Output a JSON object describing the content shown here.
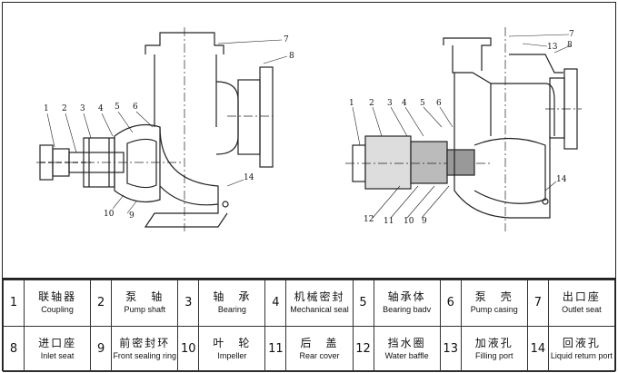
{
  "callouts": {
    "left": [
      "1",
      "2",
      "3",
      "4",
      "5",
      "6",
      "7",
      "8",
      "9",
      "10",
      "14"
    ],
    "right": [
      "1",
      "2",
      "3",
      "4",
      "5",
      "6",
      "7",
      "8",
      "9",
      "10",
      "11",
      "12",
      "13",
      "14"
    ]
  },
  "parts": [
    {
      "num": "1",
      "zh": "联轴器",
      "en": "Coupling"
    },
    {
      "num": "2",
      "zh": "泵　轴",
      "en": "Pump shaft"
    },
    {
      "num": "3",
      "zh": "轴　承",
      "en": "Bearing"
    },
    {
      "num": "4",
      "zh": "机械密封",
      "en": "Mechanical seal"
    },
    {
      "num": "5",
      "zh": "轴承体",
      "en": "Bearing badv"
    },
    {
      "num": "6",
      "zh": "泵　壳",
      "en": "Pump casing"
    },
    {
      "num": "7",
      "zh": "出口座",
      "en": "Outlet seat"
    },
    {
      "num": "8",
      "zh": "进口座",
      "en": "Inlet seat"
    },
    {
      "num": "9",
      "zh": "前密封环",
      "en": "Front sealing ring"
    },
    {
      "num": "10",
      "zh": "叶　轮",
      "en": "Impeller"
    },
    {
      "num": "11",
      "zh": "后　盖",
      "en": "Rear cover"
    },
    {
      "num": "12",
      "zh": "挡水圈",
      "en": "Water baffle"
    },
    {
      "num": "13",
      "zh": "加液孔",
      "en": "Filling port"
    },
    {
      "num": "14",
      "zh": "回液孔",
      "en": "Liquid return port"
    }
  ]
}
